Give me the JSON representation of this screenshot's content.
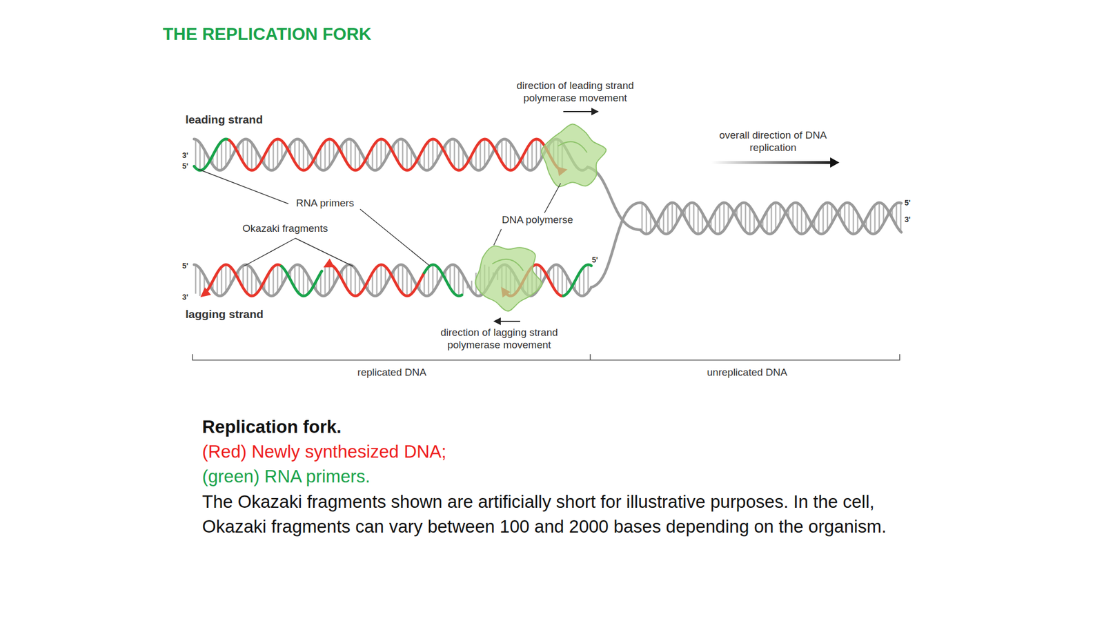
{
  "diagram": {
    "title": "THE REPLICATION FORK",
    "caption": "Replication fork.",
    "labels": [
      "direction of leading strand polymerase movement",
      "leading strand",
      "overall direction of DNA replication",
      "3'",
      "5'",
      "RNA primers",
      "DNA polymerse",
      "5'",
      "3'",
      "Okazaki fragments",
      "5'",
      "5'",
      "3'",
      "lagging strand",
      "direction of lagging strand polymerase movement",
      "replicated DNA",
      "unreplicated DNA",
      "(Red) Newly synthesized DNA;",
      "(green) RNA primers.",
      "The Okazaki fragments shown are artificially short for illustrative purposes. In the cell, Okazaki fragments can vary between 100 and 2000 bases depending on the organism."
    ]
  }
}
